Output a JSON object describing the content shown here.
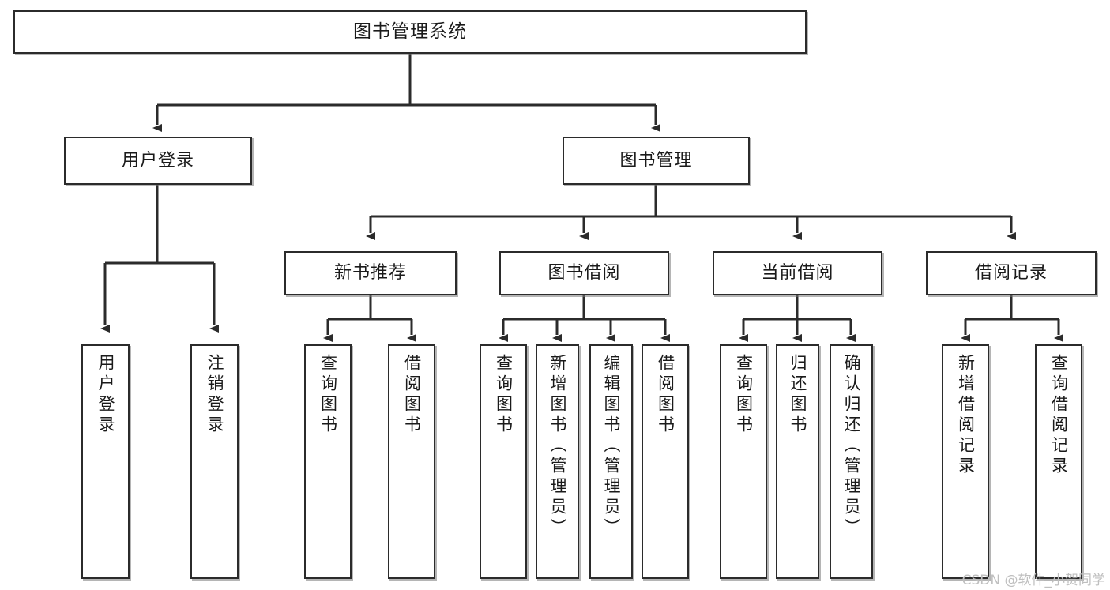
{
  "diagram": {
    "title": "图书管理系统",
    "type": "tree",
    "orientation": "top-down",
    "colors": {
      "box_border": "#2b2b2b",
      "box_fill": "#ffffff",
      "line": "#2b2b2b",
      "text": "#1a1a1a",
      "watermark": "#bfbfbf",
      "background": "#ffffff"
    }
  },
  "nodes": {
    "root": {
      "label": "图书管理系统"
    },
    "level1": [
      {
        "label": "用户登录"
      },
      {
        "label": "图书管理"
      }
    ],
    "level2": [
      {
        "label": "新书推荐"
      },
      {
        "label": "图书借阅"
      },
      {
        "label": "当前借阅"
      },
      {
        "label": "借阅记录"
      }
    ],
    "leaves": {
      "user_login": [
        {
          "label": "用户登录"
        },
        {
          "label": "注销登录"
        }
      ],
      "new_book_recommend": [
        {
          "label": "查询图书"
        },
        {
          "label": "借阅图书"
        }
      ],
      "book_borrow": [
        {
          "label": "查询图书"
        },
        {
          "label": "新增图书（管理员）"
        },
        {
          "label": "编辑图书（管理员）"
        },
        {
          "label": "借阅图书"
        }
      ],
      "current_borrow": [
        {
          "label": "查询图书"
        },
        {
          "label": "归还图书"
        },
        {
          "label": "确认归还（管理员）"
        }
      ],
      "borrow_record": [
        {
          "label": "新增借阅记录"
        },
        {
          "label": "查询借阅记录"
        }
      ]
    }
  },
  "watermark": {
    "text": "CSDN @软件_小贺同学"
  }
}
